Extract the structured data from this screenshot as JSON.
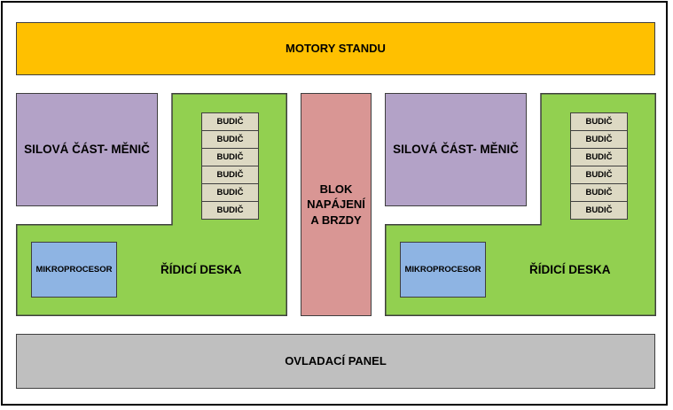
{
  "motors": {
    "label": "MOTORY STANDU"
  },
  "control_panel": {
    "label": "OVLADACÍ PANEL"
  },
  "power_block": {
    "line1": "BLOK",
    "line2": "NAPÁJENÍ",
    "line3": "A BRZDY"
  },
  "units": [
    {
      "converter_label": "SILOVÁ ČÁST- MĚNIČ",
      "control_board_label": "ŘÍDICÍ DESKA",
      "microprocessor_label": "MIKROPROCESOR",
      "drivers": [
        "BUDIČ",
        "BUDIČ",
        "BUDIČ",
        "BUDIČ",
        "BUDIČ",
        "BUDIČ"
      ]
    },
    {
      "converter_label": "SILOVÁ ČÁST- MĚNIČ",
      "control_board_label": "ŘÍDICÍ DESKA",
      "microprocessor_label": "MIKROPROCESOR",
      "drivers": [
        "BUDIČ",
        "BUDIČ",
        "BUDIČ",
        "BUDIČ",
        "BUDIČ",
        "BUDIČ"
      ]
    }
  ],
  "colors": {
    "motors": "#ffc000",
    "control_panel": "#bfbfbf",
    "power_block": "#d99694",
    "converter": "#b3a2c7",
    "control_board": "#92d050",
    "microprocessor": "#8eb4e3",
    "driver": "#ddd9c3"
  }
}
